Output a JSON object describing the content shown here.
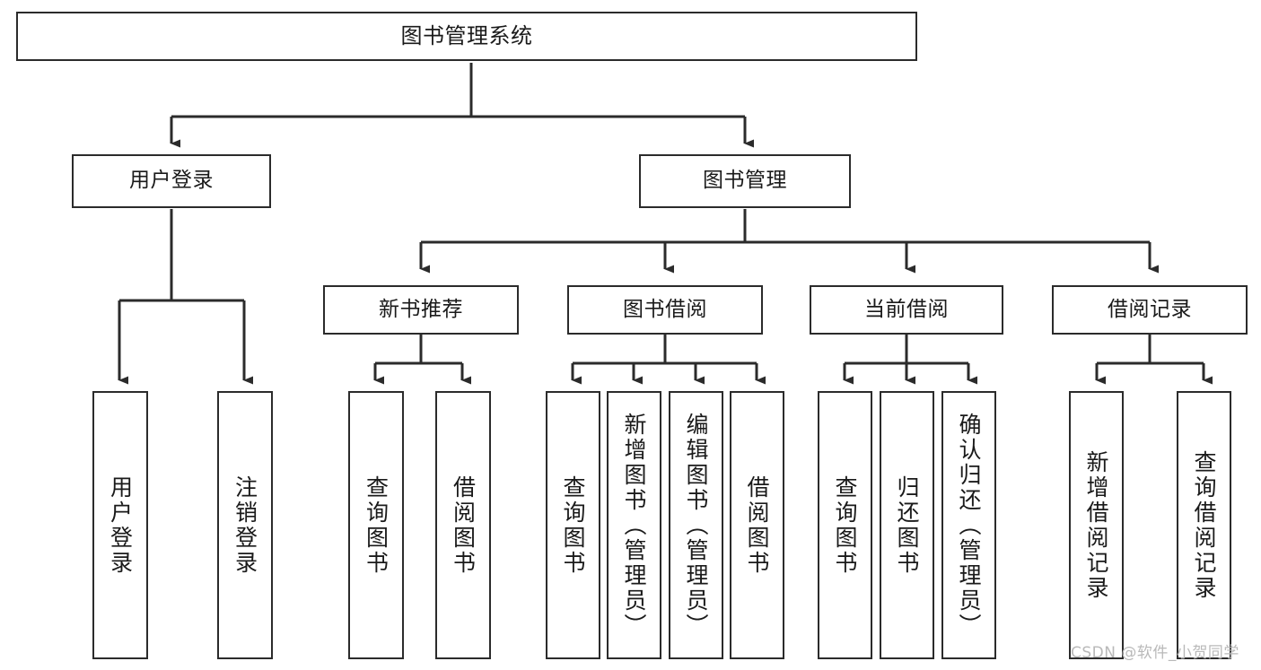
{
  "diagram": {
    "title": "图书管理系统",
    "type": "tree-structure-chart",
    "edge_color": "#2b2b2b",
    "box_border_color": "#2b2b2b",
    "box_fill_color": "#ffffff",
    "text_color": "#1a1a1a",
    "nodes": {
      "root": {
        "label": "图书管理系统"
      },
      "level2": [
        {
          "id": "user-login",
          "label": "用户登录"
        },
        {
          "id": "book-manage",
          "label": "图书管理"
        }
      ],
      "level3": [
        {
          "id": "new-book-recommend",
          "label": "新书推荐"
        },
        {
          "id": "book-borrow",
          "label": "图书借阅"
        },
        {
          "id": "current-borrow",
          "label": "当前借阅"
        },
        {
          "id": "borrow-record",
          "label": "借阅记录"
        }
      ],
      "leaves": {
        "user_login": [
          {
            "id": "leaf-user-login",
            "label": "用户登录"
          },
          {
            "id": "leaf-logout-login",
            "label": "注销登录"
          }
        ],
        "new_book_recommend": [
          {
            "id": "leaf-query-book-1",
            "label": "查询图书"
          },
          {
            "id": "leaf-borrow-book-1",
            "label": "借阅图书"
          }
        ],
        "book_borrow": [
          {
            "id": "leaf-query-book-2",
            "label": "查询图书"
          },
          {
            "id": "leaf-add-book",
            "label": "新增图书（管理员）"
          },
          {
            "id": "leaf-edit-book",
            "label": "编辑图书（管理员）"
          },
          {
            "id": "leaf-borrow-book-2",
            "label": "借阅图书"
          }
        ],
        "current_borrow": [
          {
            "id": "leaf-query-book-3",
            "label": "查询图书"
          },
          {
            "id": "leaf-return-book",
            "label": "归还图书"
          },
          {
            "id": "leaf-confirm-return",
            "label": "确认归还（管理员）"
          }
        ],
        "borrow_record": [
          {
            "id": "leaf-add-record",
            "label": "新增借阅记录"
          },
          {
            "id": "leaf-query-record",
            "label": "查询借阅记录"
          }
        ]
      }
    },
    "watermark": "CSDN @软件_小贺同学"
  }
}
